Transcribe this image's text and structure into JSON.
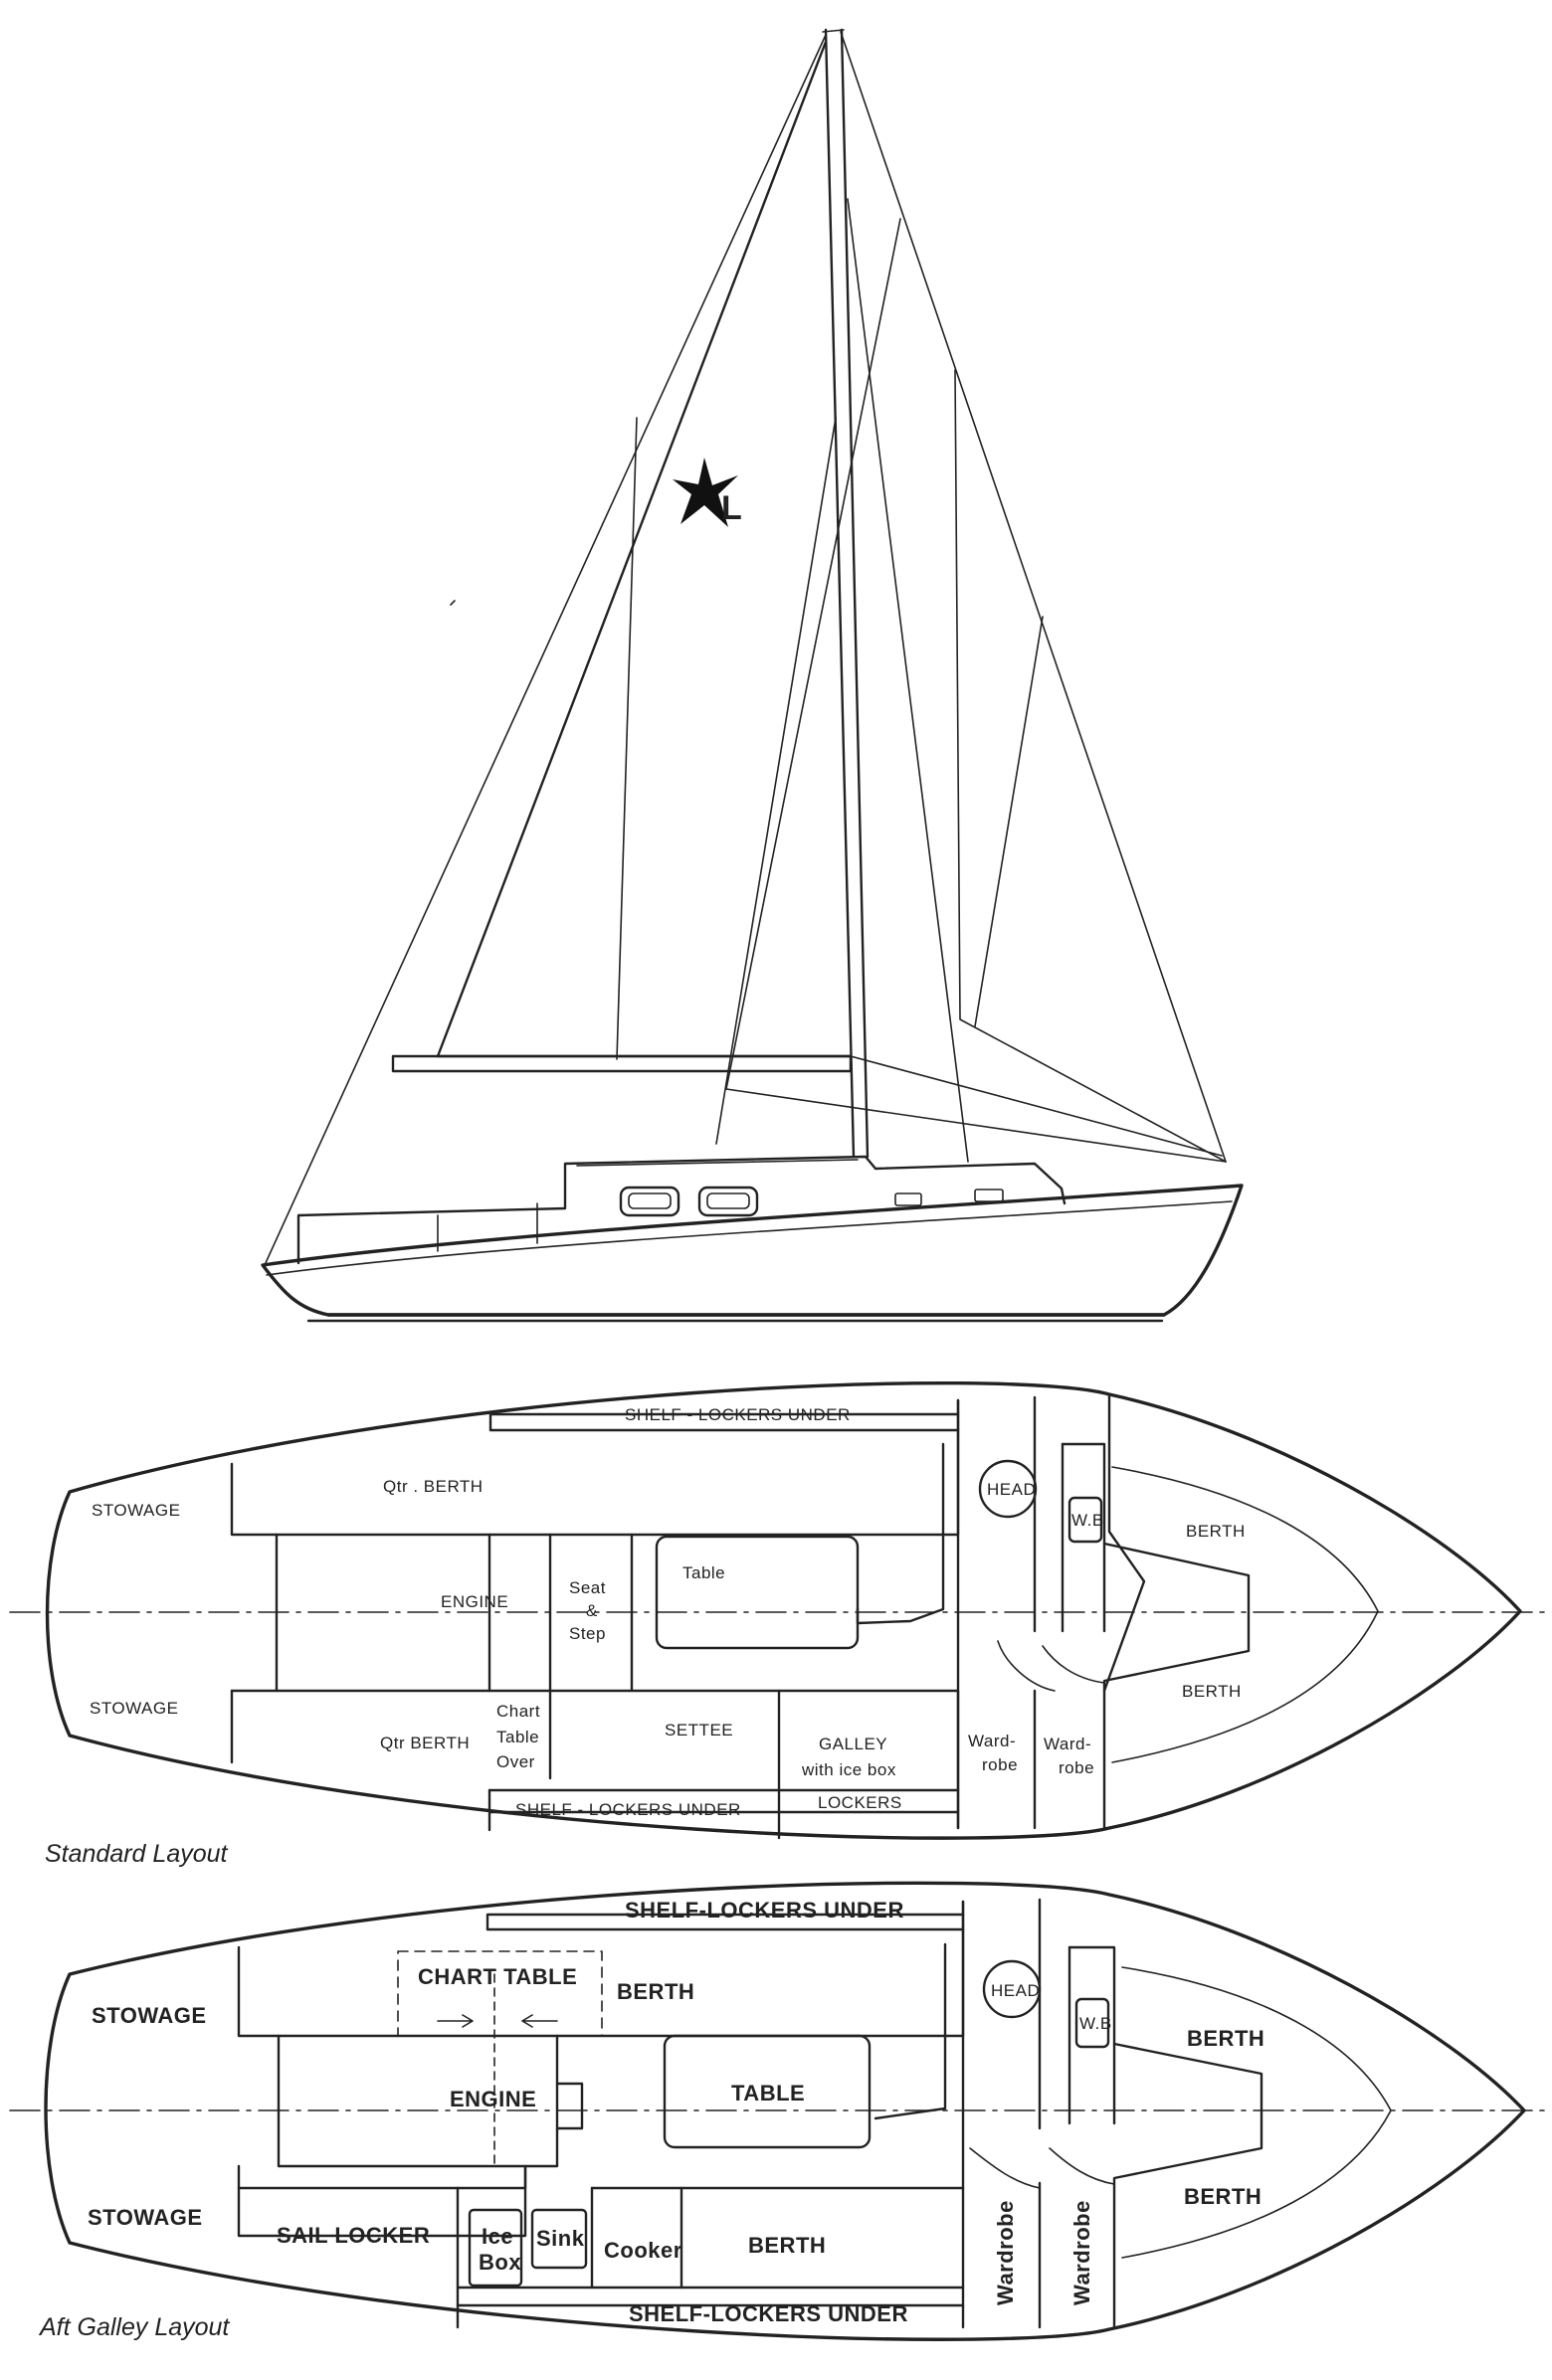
{
  "sail_plan": {
    "logo_letter": "L"
  },
  "standard_layout": {
    "caption": "Standard Layout",
    "labels": {
      "shelf_lockers_top": "SHELF - LOCKERS UNDER",
      "qtr_berth_top": "Qtr . BERTH",
      "stowage_top": "STOWAGE",
      "engine": "ENGINE",
      "seat_step": [
        "Seat",
        "&",
        "Step"
      ],
      "table": "Table",
      "head": "HEAD",
      "wb": "W.B",
      "berth_upper": "BERTH",
      "berth_lower": "BERTH",
      "stowage_bottom": "STOWAGE",
      "qtr_berth_bottom": "Qtr  BERTH",
      "chart_table": [
        "Chart",
        "Table",
        "Over"
      ],
      "settee": "SETTEE",
      "galley": [
        "GALLEY",
        "with ice box"
      ],
      "lockers": "LOCKERS",
      "shelf_lockers_bottom": "SHELF - LOCKERS UNDER",
      "wardrobe_left": [
        "Ward-",
        "robe"
      ],
      "wardrobe_right": [
        "Ward-",
        "robe"
      ]
    }
  },
  "aft_galley_layout": {
    "caption": "Aft Galley Layout",
    "labels": {
      "shelf_lockers_top": "SHELF-LOCKERS UNDER",
      "chart_table": "CHART TABLE",
      "berth_top": "BERTH",
      "stowage_top": "STOWAGE",
      "engine": "ENGINE",
      "table": "TABLE",
      "head": "HEAD",
      "wb": "W.B",
      "berth_upper": "BERTH",
      "berth_lower": "BERTH",
      "stowage_bottom": "STOWAGE",
      "sail_locker": "SAIL LOCKER",
      "ice_box": [
        "Ice",
        "Box"
      ],
      "sink": "Sink",
      "cooker": "Cooker",
      "berth_galley": "BERTH",
      "shelf_lockers_bottom": "SHELF-LOCKERS UNDER",
      "wardrobe_left": "Wardrobe",
      "wardrobe_right": "Wardrobe"
    }
  }
}
